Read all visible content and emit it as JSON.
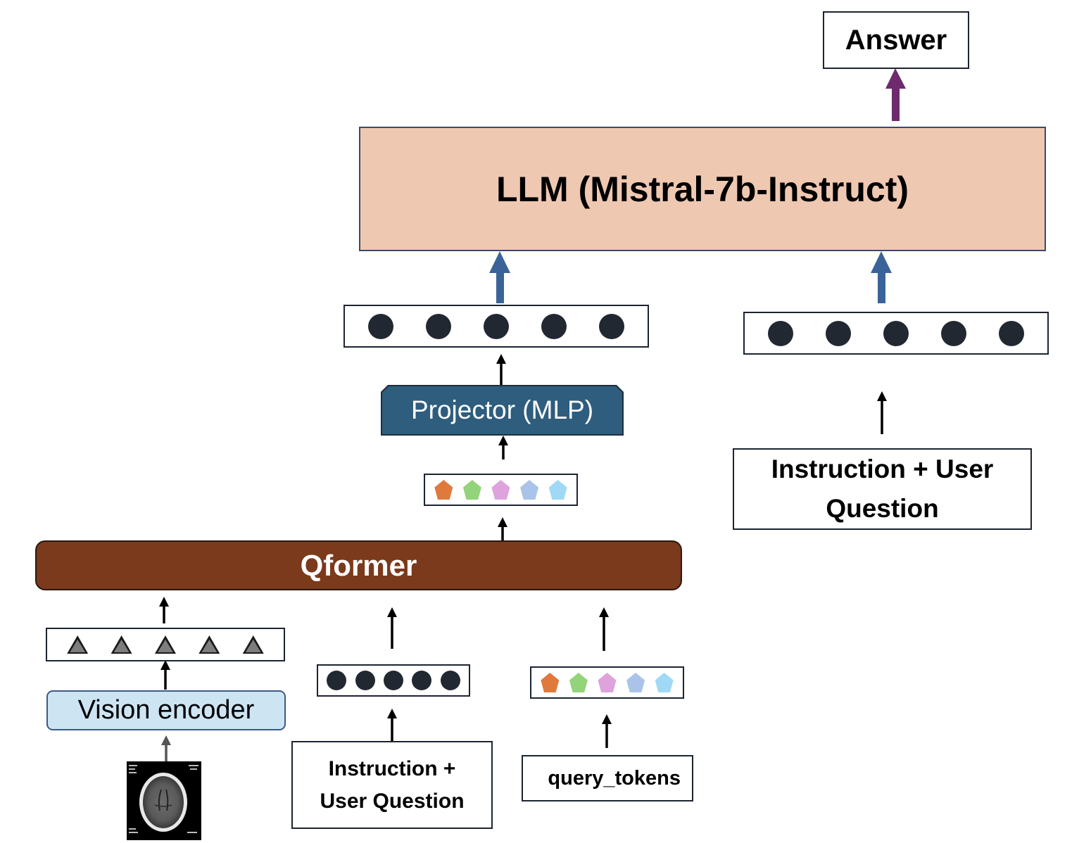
{
  "answer_label": "Answer",
  "llm_label": "LLM (Mistral-7b-Instruct)",
  "projector_label": "Projector (MLP)",
  "qformer_label": "Qformer",
  "vision_encoder_label": "Vision encoder",
  "instruction_right_label": "Instruction + User Question",
  "instruction_bottom_label": "Instruction + User Question",
  "query_tokens_label": "query_tokens",
  "colors": {
    "llm_fill": "#efc8b1",
    "projector_fill": "#2e5d7e",
    "qformer_fill": "#7a3a1b",
    "vision_encoder_fill": "#cde5f3",
    "arrow_blue": "#3a6499",
    "arrow_purple": "#6e2a6d",
    "query_token_colors": [
      "#e07a3c",
      "#93d47a",
      "#dea3dc",
      "#a9c4e8",
      "#9fd9f5"
    ]
  },
  "icons": {
    "ct_scan": "brain-ct-scan-image",
    "visual_token": "triangle-icon",
    "text_token": "circle-icon",
    "query_token": "pentagon-icon"
  }
}
